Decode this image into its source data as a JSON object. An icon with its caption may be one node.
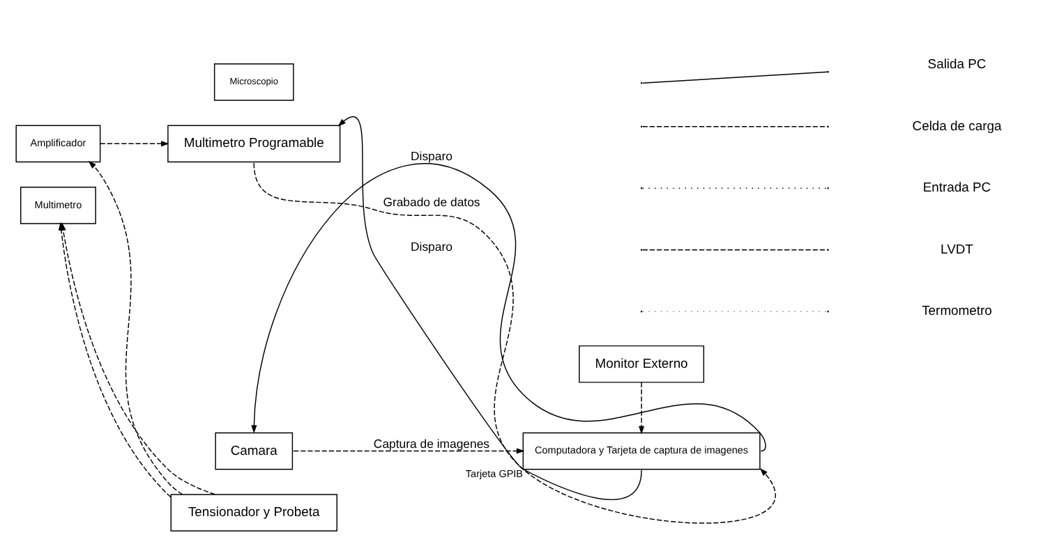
{
  "diagram": {
    "nodes": [
      {
        "text": [
          "Camara"
        ]
      },
      {
        "text": [
          "Microscopio"
        ]
      },
      {
        "text": [
          "Multimetro"
        ]
      },
      {
        "text": [
          "Monitor Externo"
        ]
      },
      {
        "text": [
          "Amplificador"
        ]
      },
      {
        "text": [
          "Tensionador y Probeta"
        ]
      },
      {
        "text": [
          "Computadora y Tarjeta de captura de imagenes"
        ],
        "beside": [
          "Tarjeta GPIB"
        ]
      },
      {
        "text": [
          "Multimetro Programable"
        ]
      }
    ],
    "edges": [
      {
        "from": 6,
        "to": 0,
        "arrow": "to",
        "label": "Disparo"
      },
      {
        "from": 0,
        "to": 6,
        "arrow": "to",
        "label": "Captura de imagenes",
        "style": "dashed"
      },
      {
        "from": 3,
        "to": 6,
        "arrow": "to",
        "style": "dashed"
      },
      {
        "from": 5,
        "to": 2,
        "arrow": "to",
        "style": "dashed"
      },
      {
        "from": 5,
        "to": 2,
        "arrow": "to",
        "style": "dashed"
      },
      {
        "from": 5,
        "to": 4,
        "arrow": "to",
        "style": "dashed"
      },
      {
        "from": 4,
        "to": 7,
        "arrow": "to",
        "style": "dashed"
      },
      {
        "from": 6,
        "to": 7,
        "arrow": "to",
        "label": "Disparo"
      },
      {
        "from": 7,
        "to": 6,
        "arrow": "to",
        "label": "Grabado de datos",
        "style": "dashed"
      }
    ],
    "legend": [
      {
        "text": "Salida PC"
      },
      {
        "text": "Celda de carga"
      },
      {
        "text": "Entrada PC"
      },
      {
        "text": "LVDT"
      },
      {
        "text": "Termometro"
      }
    ]
  }
}
